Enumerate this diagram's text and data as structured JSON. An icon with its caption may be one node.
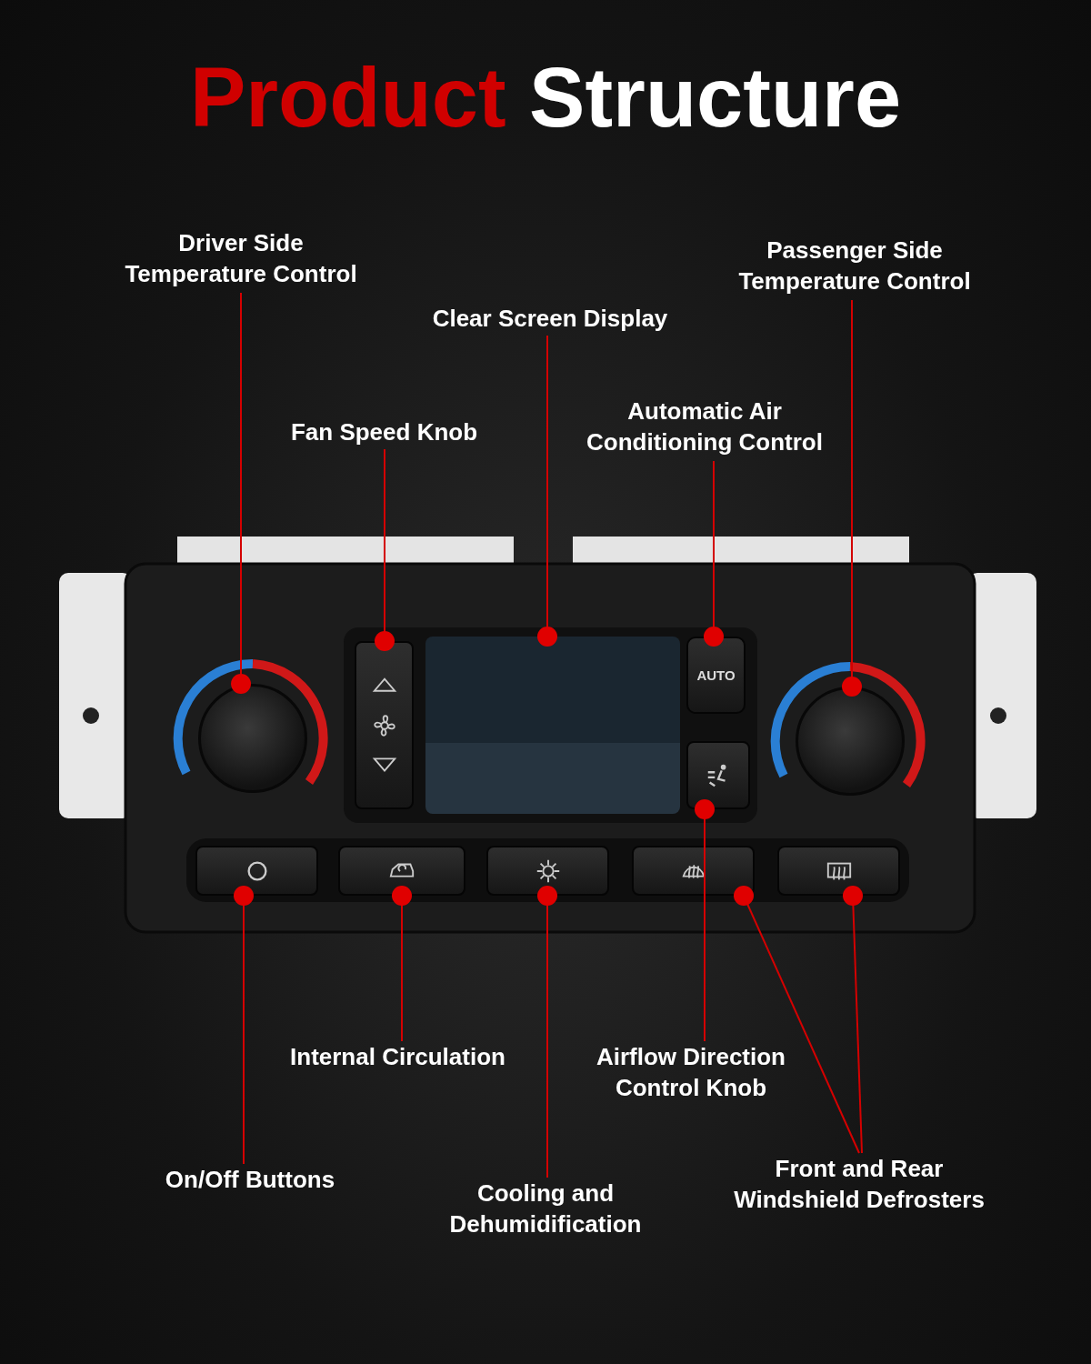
{
  "diagram": {
    "title": "Product Structure",
    "nodes": [
      {
        "text": [
          "Driver Side Temperature Control"
        ]
      },
      {
        "text": [
          "Passenger Side Temperature Control"
        ]
      },
      {
        "text": [
          "Clear Screen Display"
        ]
      },
      {
        "text": [
          "Fan Speed Knob"
        ]
      },
      {
        "text": [
          "Automatic Air Conditioning Control"
        ]
      },
      {
        "text": [],
        "shape": "circle"
      },
      {
        "text": [],
        "shape": "box"
      },
      {
        "text": [],
        "shape": "box"
      },
      {
        "text": [
          "AUTO"
        ]
      },
      {
        "text": [],
        "shape": "circle"
      },
      {
        "text": [],
        "shape": "box"
      },
      {
        "text": [],
        "shape": "box"
      },
      {
        "text": [],
        "shape": "box"
      },
      {
        "text": [],
        "shape": "box"
      },
      {
        "text": [],
        "shape": "box"
      },
      {
        "text": [],
        "shape": "box"
      },
      {
        "text": [
          "Internal Circulation"
        ]
      },
      {
        "text": [
          "Airflow Direction Control Knob"
        ]
      },
      {
        "text": [
          "On/Off Buttons"
        ]
      },
      {
        "text": [
          "Cooling and Dehumidification"
        ]
      },
      {
        "text": [
          "Front and Rear Windshield Defrosters"
        ]
      }
    ],
    "edges": [
      {
        "from": 0,
        "to": 5,
        "arrow": "other"
      },
      {
        "from": 1,
        "to": 9,
        "arrow": "other"
      },
      {
        "from": 2,
        "to": 7,
        "arrow": "other"
      },
      {
        "from": 3,
        "to": 6,
        "arrow": "other"
      },
      {
        "from": 4,
        "to": 8,
        "arrow": "other"
      },
      {
        "from": 16,
        "to": 12,
        "arrow": "other"
      },
      {
        "from": 17,
        "to": 10,
        "arrow": "other"
      },
      {
        "from": 18,
        "to": 11,
        "arrow": "other"
      },
      {
        "from": 19,
        "to": 13,
        "arrow": "other"
      },
      {
        "from": 20,
        "to": 14,
        "arrow": "other"
      },
      {
        "from": 20,
        "to": 15,
        "arrow": "other"
      }
    ]
  }
}
